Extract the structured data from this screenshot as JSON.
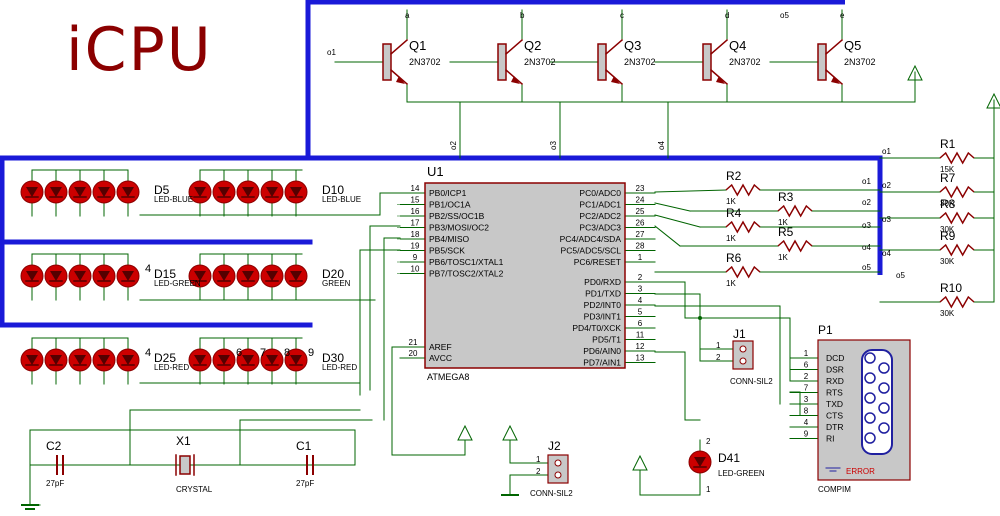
{
  "title": "iCPU",
  "mcu": {
    "ref": "U1",
    "part": "ATMEGA8",
    "left_pins": [
      {
        "num": "14",
        "name": "PB0/ICP1"
      },
      {
        "num": "15",
        "name": "PB1/OC1A"
      },
      {
        "num": "16",
        "name": "PB2/SS/OC1B"
      },
      {
        "num": "17",
        "name": "PB3/MOSI/OC2"
      },
      {
        "num": "18",
        "name": "PB4/MISO"
      },
      {
        "num": "19",
        "name": "PB5/SCK"
      },
      {
        "num": "9",
        "name": "PB6/TOSC1/XTAL1"
      },
      {
        "num": "10",
        "name": "PB7/TOSC2/XTAL2"
      }
    ],
    "left_pins_low": [
      {
        "num": "21",
        "name": "AREF"
      },
      {
        "num": "20",
        "name": "AVCC"
      }
    ],
    "right_pins_c": [
      {
        "num": "23",
        "name": "PC0/ADC0"
      },
      {
        "num": "24",
        "name": "PC1/ADC1"
      },
      {
        "num": "25",
        "name": "PC2/ADC2"
      },
      {
        "num": "26",
        "name": "PC3/ADC3"
      },
      {
        "num": "27",
        "name": "PC4/ADC4/SDA"
      },
      {
        "num": "28",
        "name": "PC5/ADC5/SCL"
      },
      {
        "num": "1",
        "name": "PC6/RESET"
      }
    ],
    "right_pins_d": [
      {
        "num": "2",
        "name": "PD0/RXD"
      },
      {
        "num": "3",
        "name": "PD1/TXD"
      },
      {
        "num": "4",
        "name": "PD2/INT0"
      },
      {
        "num": "5",
        "name": "PD3/INT1"
      },
      {
        "num": "6",
        "name": "PD4/T0/XCK"
      },
      {
        "num": "11",
        "name": "PD5/T1"
      },
      {
        "num": "12",
        "name": "PD6/AIN0"
      },
      {
        "num": "13",
        "name": "PD7/AIN1"
      }
    ]
  },
  "transistors": [
    {
      "ref": "Q1",
      "part": "2N3702",
      "collector_net": "a",
      "base_net": "o1",
      "emitter_net": ""
    },
    {
      "ref": "Q2",
      "part": "2N3702",
      "collector_net": "b",
      "base_net": "",
      "emitter_net": "o2"
    },
    {
      "ref": "Q3",
      "part": "2N3702",
      "collector_net": "c",
      "base_net": "",
      "emitter_net": "o3"
    },
    {
      "ref": "Q4",
      "part": "2N3702",
      "collector_net": "d",
      "base_net": "",
      "emitter_net": "o4"
    },
    {
      "ref": "Q5",
      "part": "2N3702",
      "collector_net": "e",
      "base_net": "o5",
      "emitter_net": ""
    }
  ],
  "led_banks": [
    {
      "ref": "D5",
      "label": "LED-BLUE"
    },
    {
      "ref": "D10",
      "label": "LED-BLUE"
    },
    {
      "ref": "D15",
      "label": "LED-GREEN"
    },
    {
      "ref": "D20",
      "label": "GREEN"
    },
    {
      "ref": "D25",
      "label": "LED-RED"
    },
    {
      "ref": "D30",
      "label": "LED-RED"
    }
  ],
  "led_extra": [
    "4",
    "4",
    "6",
    "7",
    "8",
    "9"
  ],
  "resistors_center": [
    {
      "ref": "R2",
      "value": "1K"
    },
    {
      "ref": "R3",
      "value": "1K"
    },
    {
      "ref": "R4",
      "value": "1K"
    },
    {
      "ref": "R5",
      "value": "1K"
    },
    {
      "ref": "R6",
      "value": "1K"
    }
  ],
  "resistors_right": [
    {
      "ref": "R1",
      "value": "15K"
    },
    {
      "ref": "R7",
      "value": "30K"
    },
    {
      "ref": "R8",
      "value": "30K"
    },
    {
      "ref": "R9",
      "value": "30K"
    },
    {
      "ref": "R10",
      "value": "30K"
    }
  ],
  "net_labels_right": [
    "o1",
    "o2",
    "o3",
    "o4",
    "o5"
  ],
  "net_labels_c": [
    "o1",
    "o2",
    "o3",
    "o4",
    "o5"
  ],
  "net_labels_top": [
    "o2",
    "o3",
    "o4"
  ],
  "crystal": {
    "ref": "X1",
    "part": "CRYSTAL"
  },
  "caps": [
    {
      "ref": "C2",
      "value": "27pF"
    },
    {
      "ref": "C1",
      "value": "27pF"
    }
  ],
  "j1": {
    "ref": "J1",
    "part": "CONN-SIL2",
    "pins": [
      "1",
      "2"
    ]
  },
  "j2": {
    "ref": "J2",
    "part": "CONN-SIL2",
    "pins": [
      "1",
      "2"
    ]
  },
  "led_status": {
    "ref": "D41",
    "part": "LED-GREEN",
    "pins": [
      "2",
      "1"
    ]
  },
  "serial": {
    "ref": "P1",
    "part": "COMPIM",
    "error": "ERROR",
    "pins": [
      {
        "num": "1",
        "name": "DCD"
      },
      {
        "num": "6",
        "name": "DSR"
      },
      {
        "num": "2",
        "name": "RXD"
      },
      {
        "num": "7",
        "name": "RTS"
      },
      {
        "num": "3",
        "name": "TXD"
      },
      {
        "num": "8",
        "name": "CTS"
      },
      {
        "num": "4",
        "name": "DTR"
      },
      {
        "num": "9",
        "name": "RI"
      }
    ]
  },
  "colors": {
    "bus": "#1a1ad8",
    "wire": "#006400",
    "component": "#8b0000",
    "body": "#c8c8c8",
    "led": "#cc0000",
    "text": "#000000"
  }
}
